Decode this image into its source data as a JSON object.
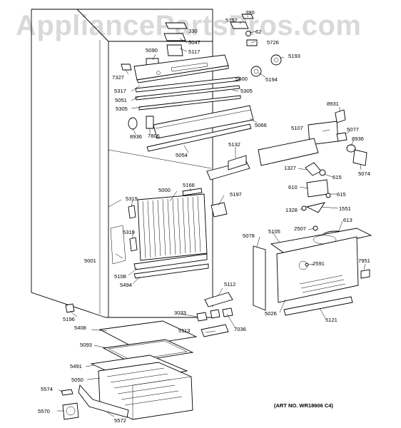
{
  "watermark": "AppliancePartsPros.com",
  "art_number": "(ART NO. WR18606 C4)",
  "labels": {
    "p390": "390",
    "p5752": "5752",
    "p62": "62",
    "p5726": "5726",
    "p5193": "5193",
    "p5194": "5194",
    "p5047": "5047",
    "p5117": "5117",
    "p5090": "5090",
    "p330": "330",
    "p7327": "7327",
    "p5317": "5317",
    "p5400": "5400",
    "p5305a": "5305",
    "p5051": "5051",
    "p5305b": "5305",
    "p8936a": "8936",
    "p7806": "7806",
    "p5066": "5066",
    "p5054": "5054",
    "p8931": "8931",
    "p5107": "5107",
    "p5077": "5077",
    "p8936b": "8936",
    "p5074": "5074",
    "p5132": "5132",
    "p1327": "1327",
    "p615a": "615",
    "p610": "610",
    "p615b": "615",
    "p1328": "1328",
    "p1551": "1551",
    "p2507": "2507",
    "p613": "613",
    "p5166": "5166",
    "p5000": "5000",
    "p5197": "5197",
    "p5319a": "5319",
    "p5319b": "5319",
    "p5078": "5078",
    "p5105": "5105",
    "p5001": "5001",
    "p2591": "2591",
    "p7951": "7951",
    "p5108": "5108",
    "p5494": "5494",
    "p5112": "5112",
    "p5026": "5026",
    "p5121": "5121",
    "p5196": "5196",
    "p3033": "3033",
    "p5113": "5113",
    "p7036": "7036",
    "p5408": "5408",
    "p5093": "5093",
    "p5491": "5491",
    "p5050": "5050",
    "p5574": "5574",
    "p5570": "5570",
    "p5572": "5572"
  }
}
